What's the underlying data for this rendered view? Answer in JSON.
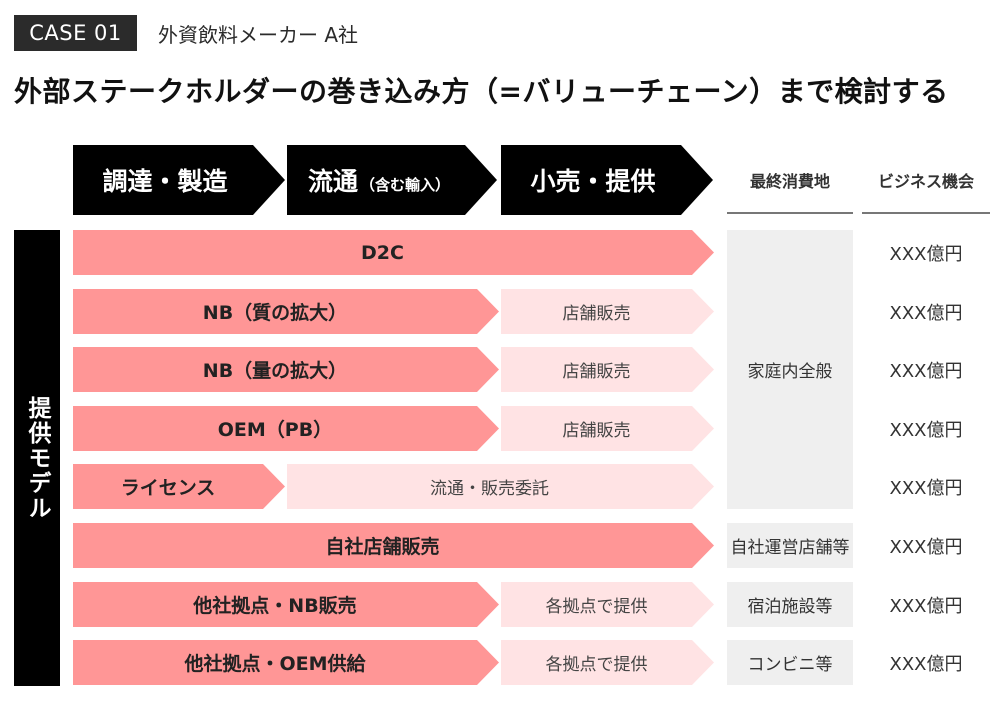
{
  "header": {
    "case_label": "CASE 01",
    "case_subtitle": "外資飲料メーカー A社",
    "title": "外部ステークホルダーの巻き込み方（=バリューチェーン）まで検討する"
  },
  "value_chain": [
    {
      "label": "調達・製造",
      "sub": ""
    },
    {
      "label": "流通",
      "sub": "（含む輸入）"
    },
    {
      "label": "小売・提供",
      "sub": ""
    }
  ],
  "columns": {
    "consumption": "最終消費地",
    "opportunity": "ビジネス機会"
  },
  "side_label": "提供モデル",
  "rows": [
    {
      "model": "D2C",
      "retail": "",
      "consumption": "",
      "value": "XXX億円"
    },
    {
      "model": "NB（質の拡大）",
      "retail": "店舗販売",
      "consumption": "",
      "value": "XXX億円"
    },
    {
      "model": "NB（量の拡大）",
      "retail": "店舗販売",
      "consumption": "家庭内全般",
      "value": "XXX億円"
    },
    {
      "model": "OEM（PB）",
      "retail": "店舗販売",
      "consumption": "",
      "value": "XXX億円"
    },
    {
      "model": "ライセンス",
      "retail": "流通・販売委託",
      "consumption": "",
      "value": "XXX億円"
    },
    {
      "model": "自社店舗販売",
      "retail": "",
      "consumption": "自社運営店舗等",
      "value": "XXX億円"
    },
    {
      "model": "他社拠点・NB販売",
      "retail": "各拠点で提供",
      "consumption": "宿泊施設等",
      "value": "XXX億円"
    },
    {
      "model": "他社拠点・OEM供給",
      "retail": "各拠点で提供",
      "consumption": "コンビニ等",
      "value": "XXX億円"
    }
  ],
  "colors": {
    "header_chevron": "#000000",
    "model_arrow": "#ff9696",
    "retail_arrow": "#ffe3e4",
    "consumption_cell": "#efefef",
    "case_badge": "#2b2b2b"
  }
}
